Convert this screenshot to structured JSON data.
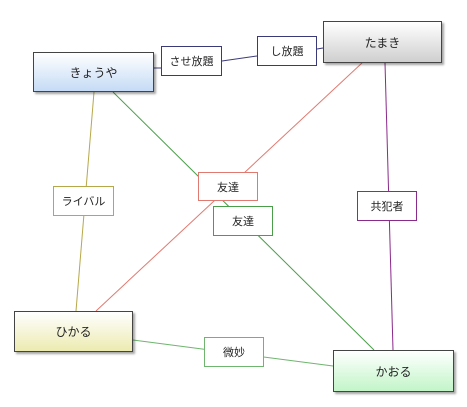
{
  "nodes": {
    "kyouya": "きょうや",
    "tamaki": "たまき",
    "hikaru": "ひかる",
    "kaoru": "かおる"
  },
  "edges": [
    {
      "id": "e1",
      "from": "きょうや",
      "to": "たまき",
      "labels": [
        "させ放題",
        "し放題"
      ],
      "color": "#3b3a79"
    },
    {
      "id": "e2",
      "from": "たまき",
      "to": "ひかる",
      "labels": [
        "友達"
      ],
      "color": "#e07a70"
    },
    {
      "id": "e3",
      "from": "きょうや",
      "to": "かおる",
      "labels": [
        "友達"
      ],
      "color": "#4a9e4a"
    },
    {
      "id": "e4",
      "from": "きょうや",
      "to": "ひかる",
      "labels": [
        "ライバル"
      ],
      "color": "#b6a84a"
    },
    {
      "id": "e5",
      "from": "たまき",
      "to": "かおる",
      "labels": [
        "共犯者"
      ],
      "color": "#8a2a8a"
    },
    {
      "id": "e6",
      "from": "ひかる",
      "to": "かおる",
      "labels": [
        "微妙"
      ],
      "color": "#6fb56f"
    }
  ]
}
